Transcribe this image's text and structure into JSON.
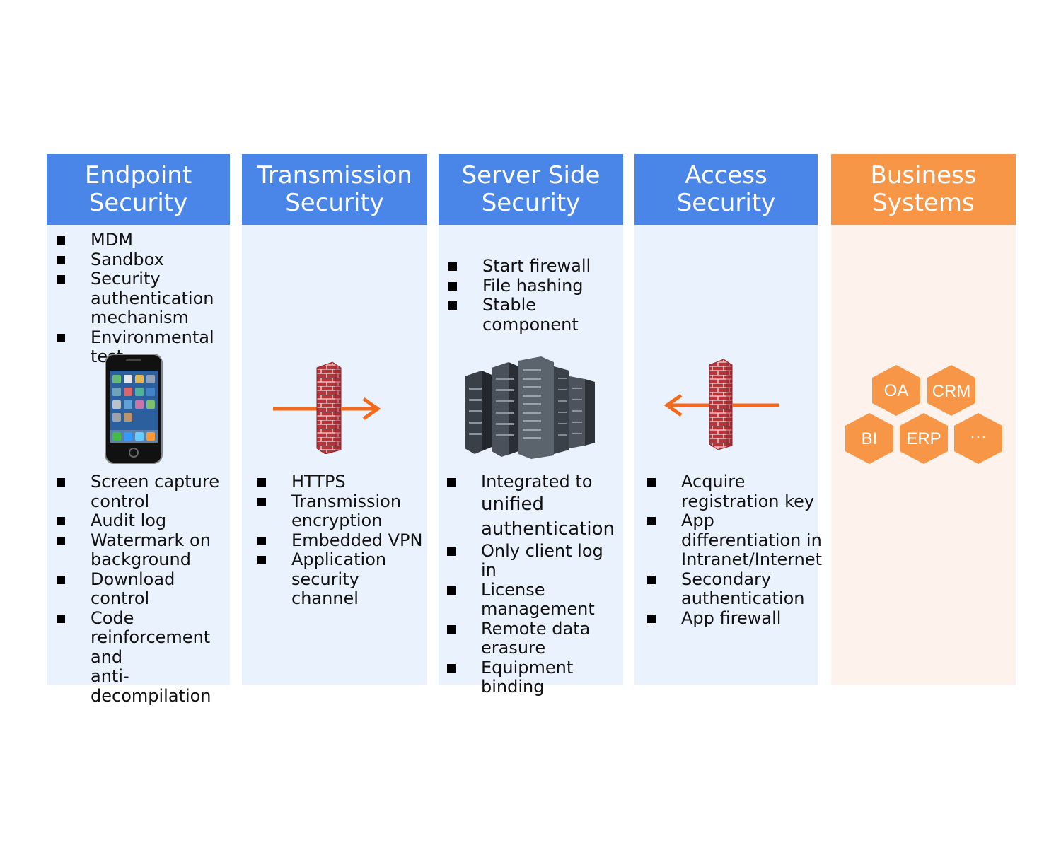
{
  "columns": [
    {
      "title_lines": [
        "Endpoint",
        "Security"
      ],
      "top_items": [
        [
          "MDM"
        ],
        [
          "Sandbox"
        ],
        [
          "Security",
          "authentication",
          "mechanism"
        ],
        [
          "Environmental test"
        ]
      ],
      "bottom_items": [
        [
          "Screen capture",
          "control"
        ],
        [
          "Audit log"
        ],
        [
          "Watermark on",
          "background"
        ],
        [
          "Download control"
        ],
        [
          "Code",
          "reinforcement and",
          "anti-decompilation"
        ]
      ]
    },
    {
      "title_lines": [
        "Transmission",
        "Security"
      ],
      "bottom_items": [
        [
          "HTTPS"
        ],
        [
          "Transmission",
          "encryption"
        ],
        [
          "Embedded VPN"
        ],
        [
          "Application",
          "security channel"
        ]
      ]
    },
    {
      "title_lines": [
        "Server Side",
        "Security"
      ],
      "top_items": [
        [
          "Start firewall"
        ],
        [
          "File hashing"
        ],
        [
          "Stable component"
        ]
      ],
      "bottom_items": [
        [
          "Integrated to",
          "unified",
          "authentication"
        ],
        [
          "Only client log in"
        ],
        [
          "License",
          "management"
        ],
        [
          "Remote data",
          "erasure"
        ],
        [
          "Equipment",
          "binding"
        ]
      ]
    },
    {
      "title_lines": [
        "Access",
        "Security"
      ],
      "bottom_items": [
        [
          "Acquire",
          "registration key"
        ],
        [
          "App",
          "differentiation in",
          "Intranet/Internet"
        ],
        [
          "Secondary",
          "authentication"
        ],
        [
          "App firewall"
        ]
      ]
    },
    {
      "title_lines": [
        "Business",
        "Systems"
      ],
      "hexagons": [
        "OA",
        "CRM",
        "BI",
        "ERP",
        "···"
      ]
    }
  ],
  "colors": {
    "header_blue": "#4a86e8",
    "header_orange": "#f79646",
    "panel_blue": "#eaf2fd",
    "panel_orange": "#fdf3ec",
    "arrow": "#f26b1d",
    "hexagon": "#f79646",
    "brick": "#b7343b"
  },
  "icons": [
    "smartphone-icon",
    "firewall-icon",
    "server-rack-icon",
    "firewall-icon"
  ]
}
